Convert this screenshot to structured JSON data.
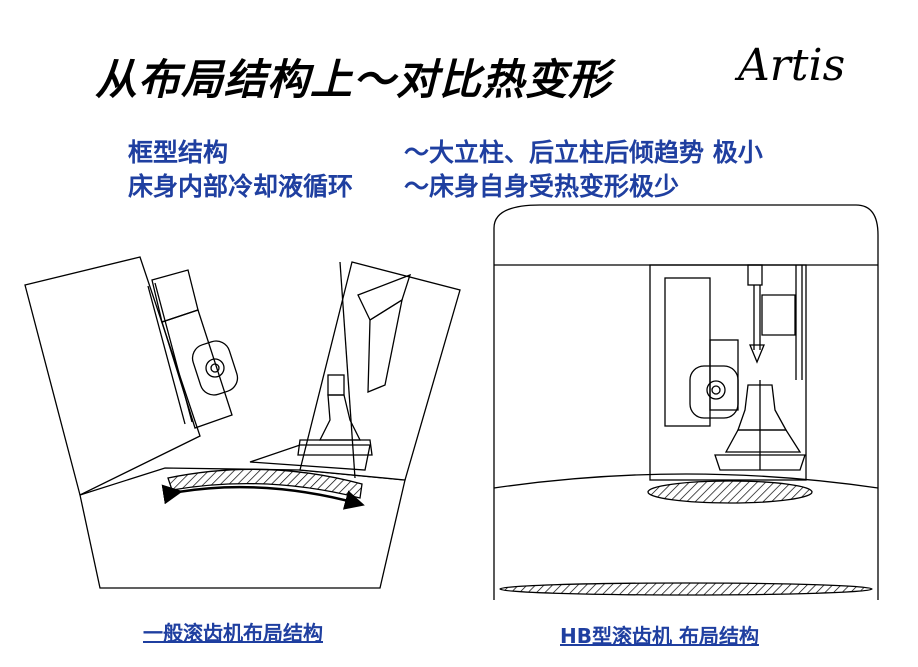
{
  "title": "从布局结构上～对比热变形",
  "logo": "Artis",
  "points": [
    {
      "left": "框型结构",
      "right": "～大立柱、后立柱后倾趋势  极小"
    },
    {
      "left": "床身内部冷却液循环",
      "right": "～床身自身受热变形极少"
    }
  ],
  "captions": {
    "left": "一般滚齿机布局结构",
    "right": "HB型滚齿机 布局结构"
  }
}
